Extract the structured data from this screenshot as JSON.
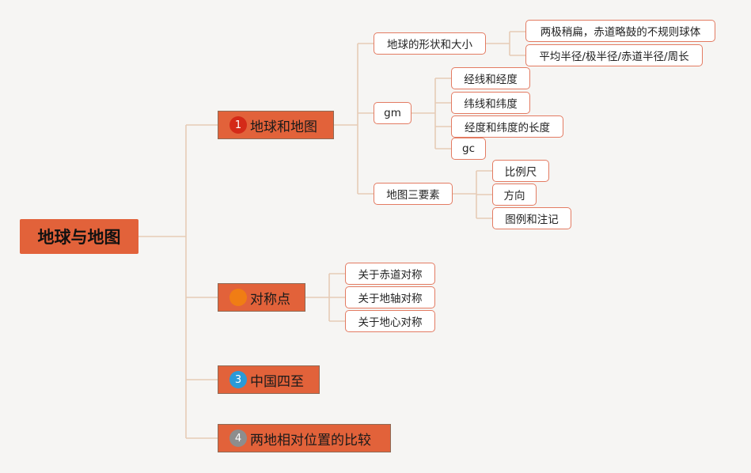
{
  "root": {
    "label": "地球与地图"
  },
  "branches": [
    {
      "label": "地球和地图",
      "badge": "1",
      "badge_color": "#d42a18",
      "children": [
        {
          "label": "地球的形状和大小",
          "children": [
            {
              "label": "两极稍扁，赤道略鼓的不规则球体"
            },
            {
              "label": "平均半径/极半径/赤道半径/周长"
            }
          ]
        },
        {
          "label": "gm",
          "children": [
            {
              "label": "经线和经度"
            },
            {
              "label": "纬线和纬度"
            },
            {
              "label": "经度和纬度的长度"
            },
            {
              "label": "gc"
            }
          ]
        },
        {
          "label": "地图三要素",
          "children": [
            {
              "label": "比例尺"
            },
            {
              "label": "方向"
            },
            {
              "label": "图例和注记"
            }
          ]
        }
      ]
    },
    {
      "label": "对称点",
      "badge": "",
      "badge_color": "#f07d14",
      "children": [
        {
          "label": "关于赤道对称"
        },
        {
          "label": "关于地轴对称"
        },
        {
          "label": "关于地心对称"
        }
      ]
    },
    {
      "label": "中国四至",
      "badge": "3",
      "badge_color": "#2a9ad8",
      "children": []
    },
    {
      "label": "两地相对位置的比较",
      "badge": "4",
      "badge_color": "#8d8d8d",
      "children": []
    }
  ],
  "colors": {
    "background": "#f6f5f3",
    "node_fill": "#e2623a",
    "leaf_border": "#e37b62",
    "connector": "#e6cbb6"
  }
}
